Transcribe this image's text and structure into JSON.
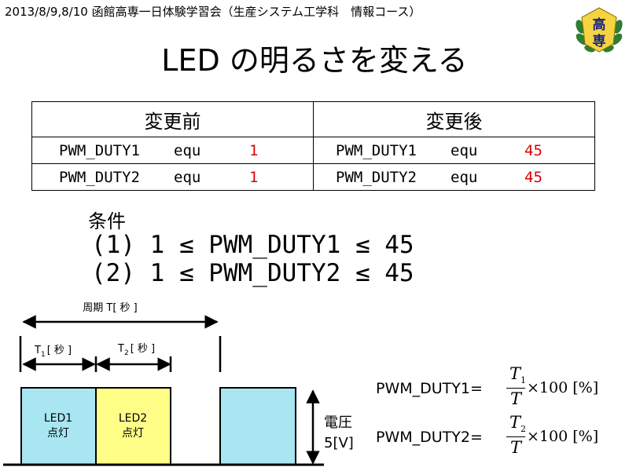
{
  "header": {
    "text": "2013/8/9,8/10  函館高専一日体験学習会（生産システム工学科　情報コース）",
    "logo_text": "高専"
  },
  "title": "LED の明るさを変える",
  "table": {
    "headers": [
      "変更前",
      "変更後"
    ],
    "rows": [
      {
        "before": {
          "name": "PWM_DUTY1",
          "op": "equ",
          "value": "1"
        },
        "after": {
          "name": "PWM_DUTY1",
          "op": "equ",
          "value": "45"
        }
      },
      {
        "before": {
          "name": "PWM_DUTY2",
          "op": "equ",
          "value": "1"
        },
        "after": {
          "name": "PWM_DUTY2",
          "op": "equ",
          "value": "45"
        }
      }
    ]
  },
  "conditions": {
    "label": "条件",
    "lines": [
      "(1) 1 ≤ PWM_DUTY1 ≤ 45",
      "(2) 1 ≤ PWM_DUTY2 ≤ 45"
    ]
  },
  "diagram": {
    "period_label": "周期 T[ 秒 ]",
    "t1_label": {
      "main": "T",
      "sub": "1",
      "unit": "[ 秒 ]"
    },
    "t2_label": {
      "main": "T",
      "sub": "2",
      "unit": "[ 秒 ]"
    },
    "led1_label": [
      "LED1",
      "点灯"
    ],
    "led2_label": [
      "LED2",
      "点灯"
    ],
    "voltage_label": [
      "電圧",
      "5[V]"
    ],
    "colors": {
      "led1": "#a8e6f2",
      "led2": "#ffff88",
      "stroke": "#000000",
      "value_red": "#dd0000"
    }
  },
  "formulas": [
    {
      "lhs": "PWM_DUTY1=",
      "num": "T",
      "num_sub": "1",
      "den": "T",
      "rest": "×100 [%]"
    },
    {
      "lhs": "PWM_DUTY2=",
      "num": "T",
      "num_sub": "2",
      "den": "T",
      "rest": "×100 [%]"
    }
  ]
}
